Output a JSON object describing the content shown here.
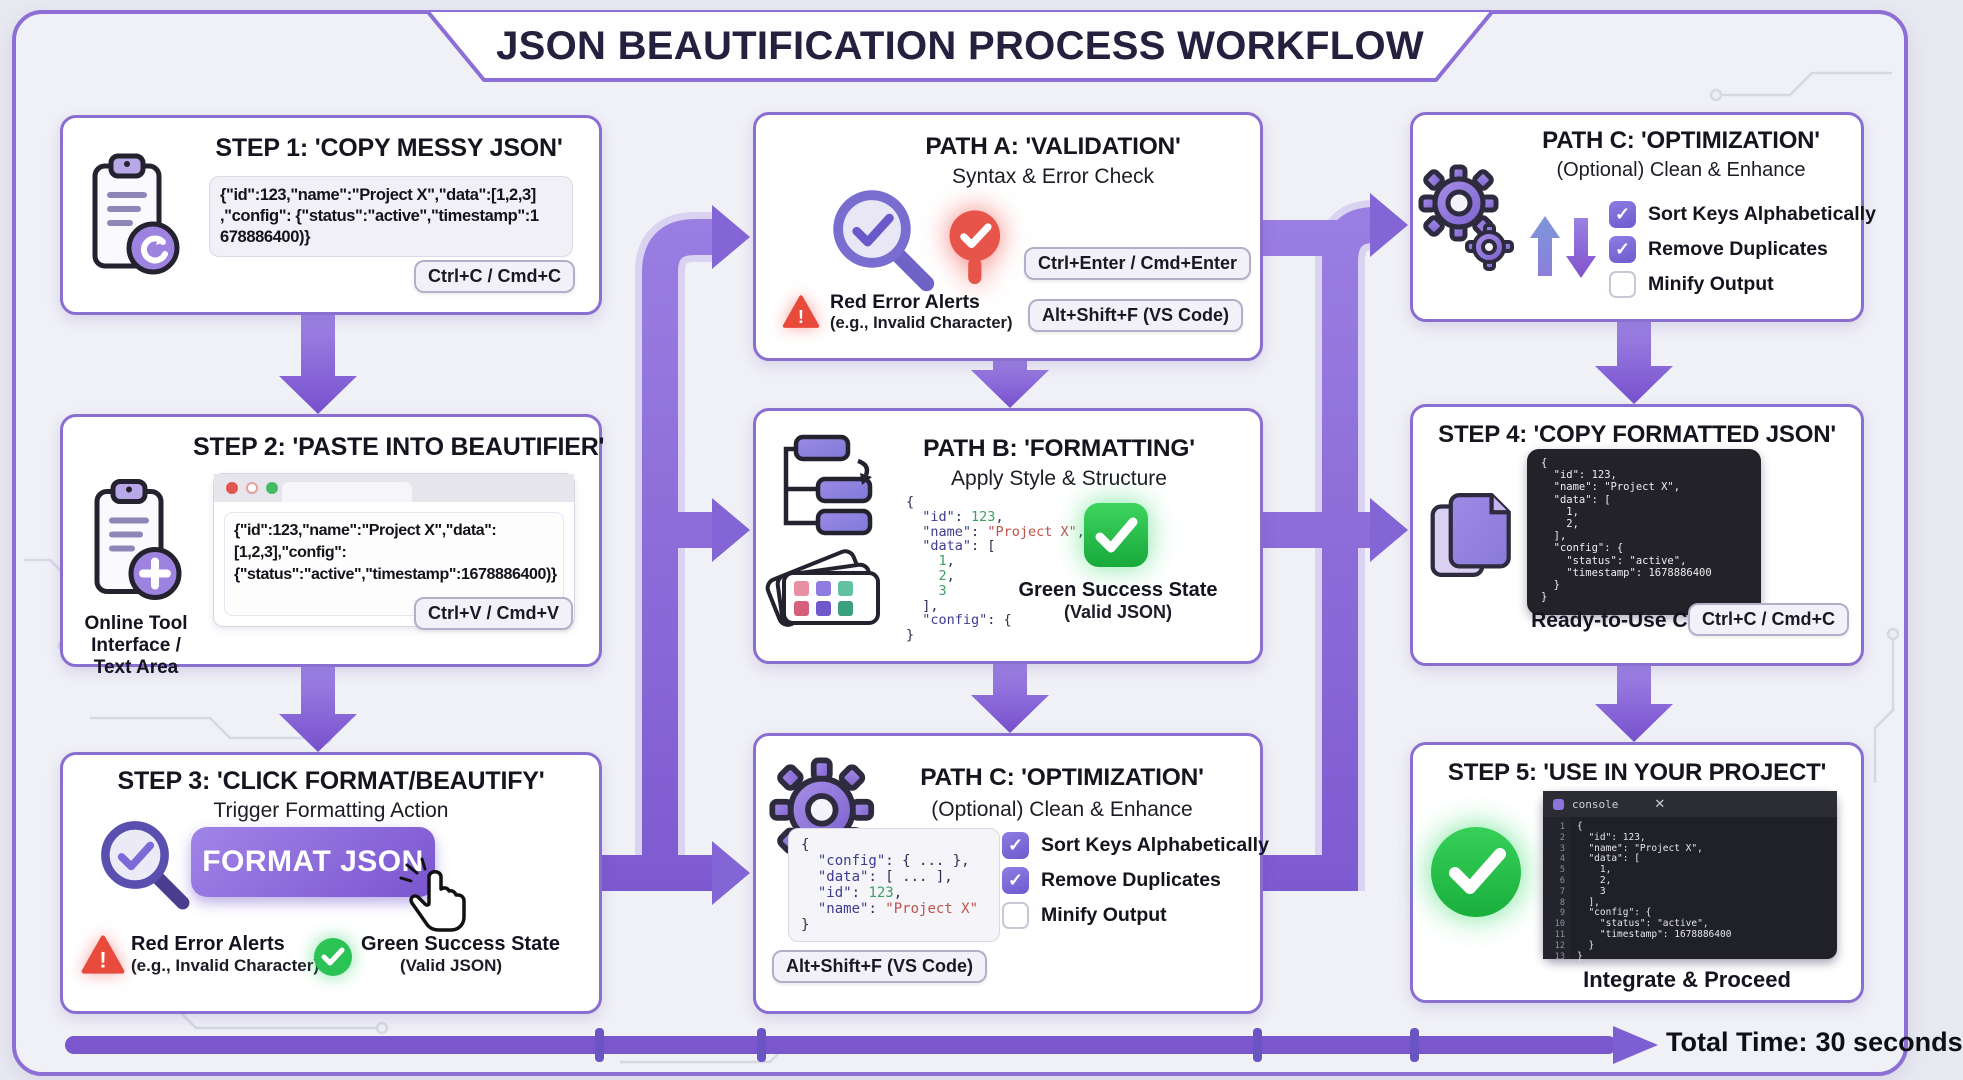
{
  "header": {
    "title": "JSON BEAUTIFICATION PROCESS WORKFLOW"
  },
  "step1": {
    "title": "STEP 1: 'COPY MESSY JSON'",
    "json_lines": [
      "{\"id\":123,\"name\":\"Project X\",\"data\":[1,2,3]",
      ",\"config\": {\"status\":\"active\",\"timestamp\":1",
      "678886400)}"
    ],
    "shortcut": "Ctrl+C / Cmd+C"
  },
  "step2": {
    "title": "STEP 2: 'PASTE INTO BEAUTIFIER'",
    "json_lines": [
      "{\"id\":123,\"name\":\"Project X\",\"data\":[1,2,3],\"config\":",
      "{\"status\":\"active\",\"timestamp\":1678886400)}"
    ],
    "caption": "Online Tool Interface / Text Area",
    "shortcut": "Ctrl+V / Cmd+V"
  },
  "step3": {
    "title": "STEP 3: 'CLICK FORMAT/BEAUTIFY'",
    "subtitle": "Trigger Formatting Action",
    "button_label": "FORMAT JSON",
    "error_title": "Red Error Alerts",
    "error_sub": "(e.g., Invalid Character)",
    "success_title": "Green Success State",
    "success_sub": "(Valid JSON)"
  },
  "path_a": {
    "title": "PATH A: 'VALIDATION'",
    "subtitle": "Syntax & Error Check",
    "shortcut1": "Ctrl+Enter / Cmd+Enter",
    "shortcut2": "Alt+Shift+F (VS Code)",
    "error_title": "Red Error Alerts",
    "error_sub": "(e.g., Invalid Character)"
  },
  "path_b": {
    "title": "PATH B: 'FORMATTING'",
    "subtitle": "Apply Style & Structure",
    "code_lines": [
      "{",
      "  \"id\": 123,",
      "  \"name\": \"Project X\",",
      "  \"data\": [",
      "    1,",
      "    2,",
      "    3",
      "  ],",
      "  \"config\": {",
      "}"
    ],
    "success_title": "Green Success State",
    "success_sub": "(Valid JSON)"
  },
  "path_c_top": {
    "title": "PATH C: 'OPTIMIZATION'",
    "subtitle": "(Optional) Clean & Enhance",
    "options": [
      {
        "label": "Sort Keys Alphabetically",
        "checked": true
      },
      {
        "label": "Remove Duplicates",
        "checked": true
      },
      {
        "label": "Minify Output",
        "checked": false
      }
    ]
  },
  "path_c_mid": {
    "title": "PATH C: 'OPTIMIZATION'",
    "subtitle": "(Optional) Clean & Enhance",
    "code_lines": [
      "{",
      "  \"config\": { ... },",
      "  \"data\": [ ... ],",
      "  \"id\": 123,",
      "  \"name\": \"Project X\"",
      "}"
    ],
    "options": [
      {
        "label": "Sort Keys Alphabetically",
        "checked": true
      },
      {
        "label": "Remove Duplicates",
        "checked": true
      },
      {
        "label": "Minify Output",
        "checked": false
      }
    ],
    "shortcut": "Alt+Shift+F (VS Code)"
  },
  "step4": {
    "title": "STEP 4: 'COPY FORMATTED JSON'",
    "code_lines": [
      "{",
      "  \"id\": 123,",
      "  \"name\": \"Project X\",",
      "  \"data\": [",
      "    1,",
      "    2,",
      "  ],",
      "  \"config\": {",
      "    \"status\": \"active\",",
      "    \"timestamp\": 1678886400",
      "  }",
      "}"
    ],
    "caption": "Ready-to-Use Code",
    "shortcut": "Ctrl+C / Cmd+C"
  },
  "step5": {
    "title": "STEP 5: 'USE IN YOUR PROJECT'",
    "tab_label": "console",
    "code_lines": [
      "{",
      "  \"id\": 123,",
      "  \"name\": \"Project X\",",
      "  \"data\": [",
      "    1,",
      "    2,",
      "    3",
      "  ],",
      "  \"config\": {",
      "    \"status\": \"active\",",
      "    \"timestamp\": 1678886400",
      "  }",
      "}"
    ],
    "caption": "Integrate & Proceed"
  },
  "footer": {
    "total_time_label": "Total Time:",
    "total_time_value": "30 seconds"
  },
  "colors": {
    "accent_purple": "#8465d6",
    "success_green": "#2ecc55",
    "error_red": "#e6544a",
    "border_purple": "#8a6fd1"
  }
}
